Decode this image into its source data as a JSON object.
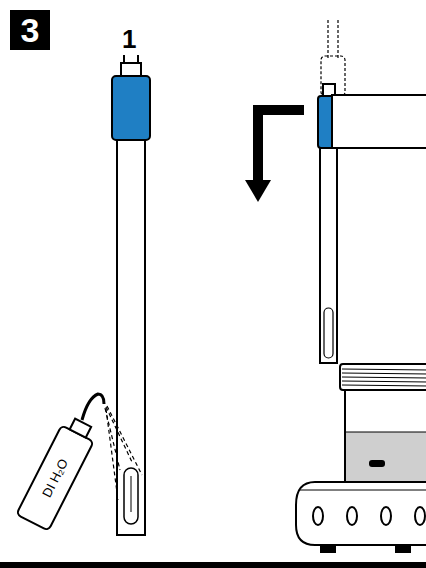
{
  "diagram": {
    "labels": [
      "3",
      "1",
      "DI H₂O"
    ]
  }
}
